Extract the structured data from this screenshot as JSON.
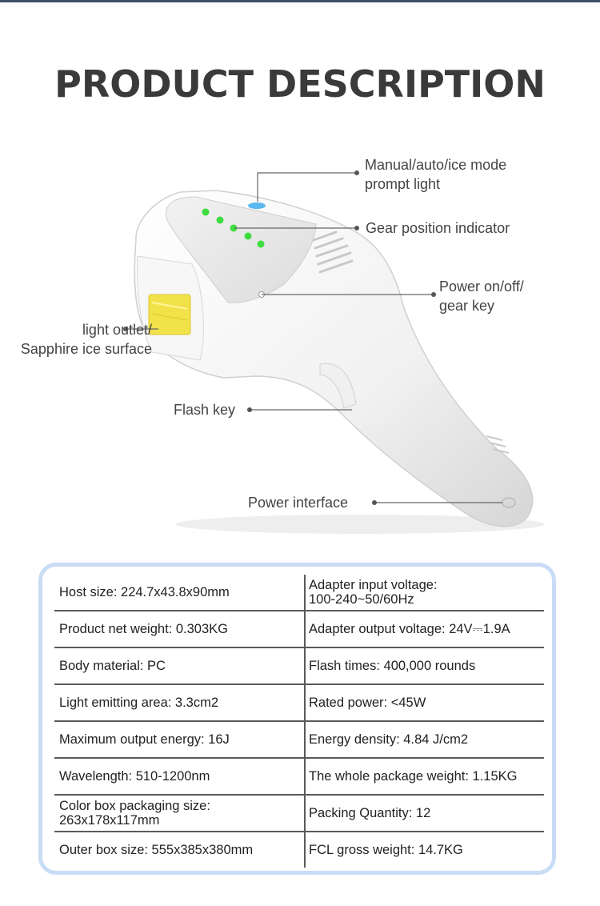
{
  "title": "PRODUCT DESCRIPTION",
  "callouts": {
    "mode_light": "Manual/auto/ice mode\nprompt light",
    "gear_indicator": "Gear position indicator",
    "power_key": "Power on/off/\ngear key",
    "light_outlet": "light outlet/\nSapphire ice surface",
    "flash_key": "Flash key",
    "power_interface": "Power interface"
  },
  "specs": [
    {
      "left": "Host size: 224.7x43.8x90mm",
      "right": "Adapter input voltage:\n100-240~50/60Hz"
    },
    {
      "left": "Product net weight: 0.303KG",
      "right": "Adapter output voltage: 24V⎓1.9A"
    },
    {
      "left": "Body material: PC",
      "right": "Flash times: 400,000 rounds"
    },
    {
      "left": "Light emitting area: 3.3cm2",
      "right": "Rated power: <45W"
    },
    {
      "left": "Maximum output energy: 16J",
      "right": "Energy density: 4.84 J/cm2"
    },
    {
      "left": "Wavelength: 510-1200nm",
      "right": "The whole package weight: 1.15KG"
    },
    {
      "left": "Color box packaging size:\n263x178x117mm",
      "right": "Packing Quantity: 12"
    },
    {
      "left": "Outer box size: 555x385x380mm",
      "right": "FCL gross weight: 14.7KG"
    }
  ],
  "colors": {
    "led_green": "#3fdc3f",
    "mode_light_blue": "#5ab8ee",
    "outlet_yellow": "#f2e24a",
    "box_border": "#c9dcf6"
  }
}
